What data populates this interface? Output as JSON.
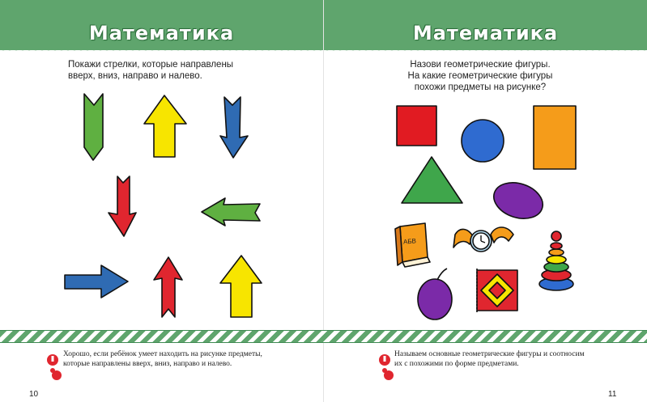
{
  "left_page": {
    "title": "Математика",
    "instruction_line1": "Покажи стрелки, которые направлены",
    "instruction_line2": "вверх, вниз, направо и налево.",
    "note_line1": "Хорошо, если ребёнок умеет находить на рисунке предметы,",
    "note_line2": "которые направлены вверх, вниз, направо и налево.",
    "page_number": "10"
  },
  "right_page": {
    "title": "Математика",
    "instruction_line1": "Назови геометрические фигуры.",
    "instruction_line2": "На какие геометрические фигуры",
    "instruction_line3": "похожи предметы на рисунке?",
    "note_line1": "Называем основные геометрические фигуры и соотносим",
    "note_line2": "их с похожими по форме предметами.",
    "page_number": "11",
    "book_label": "АБВ"
  },
  "colors": {
    "header_green": "#5fa56d",
    "arrow_green": "#5fb041",
    "arrow_yellow": "#f7e500",
    "arrow_blue": "#2f6bb3",
    "arrow_red": "#e0262f",
    "square_red": "#e11b22",
    "circle_blue": "#2f6bd0",
    "rect_orange": "#f59c1a",
    "triangle_green": "#3fa64b",
    "oval_purple": "#7b2aa8"
  }
}
